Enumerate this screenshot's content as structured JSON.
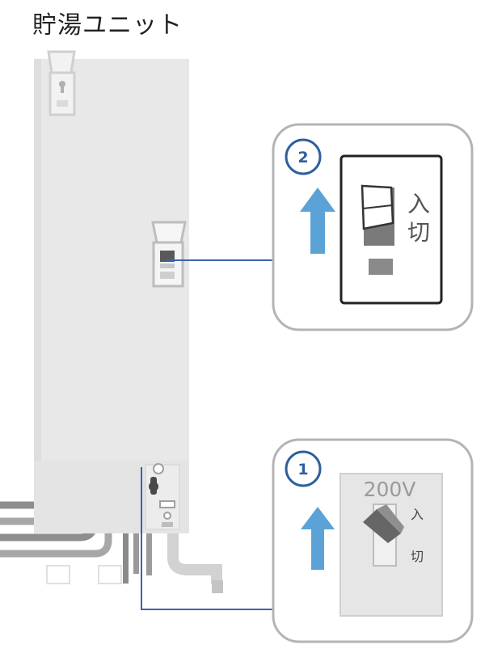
{
  "title": "貯湯ユニット",
  "callouts": [
    {
      "number": "1",
      "voltage": "200V",
      "on": "入",
      "off": "切"
    },
    {
      "number": "2",
      "on": "入",
      "off": "切"
    }
  ],
  "colors": {
    "unit": "#e8e8e8",
    "pipe": "#8c8c8c",
    "arrow": "#5ba3d6",
    "line": "#3a63ad",
    "badge": "#2f5e9e",
    "callout_border": "#b4b4b4"
  }
}
